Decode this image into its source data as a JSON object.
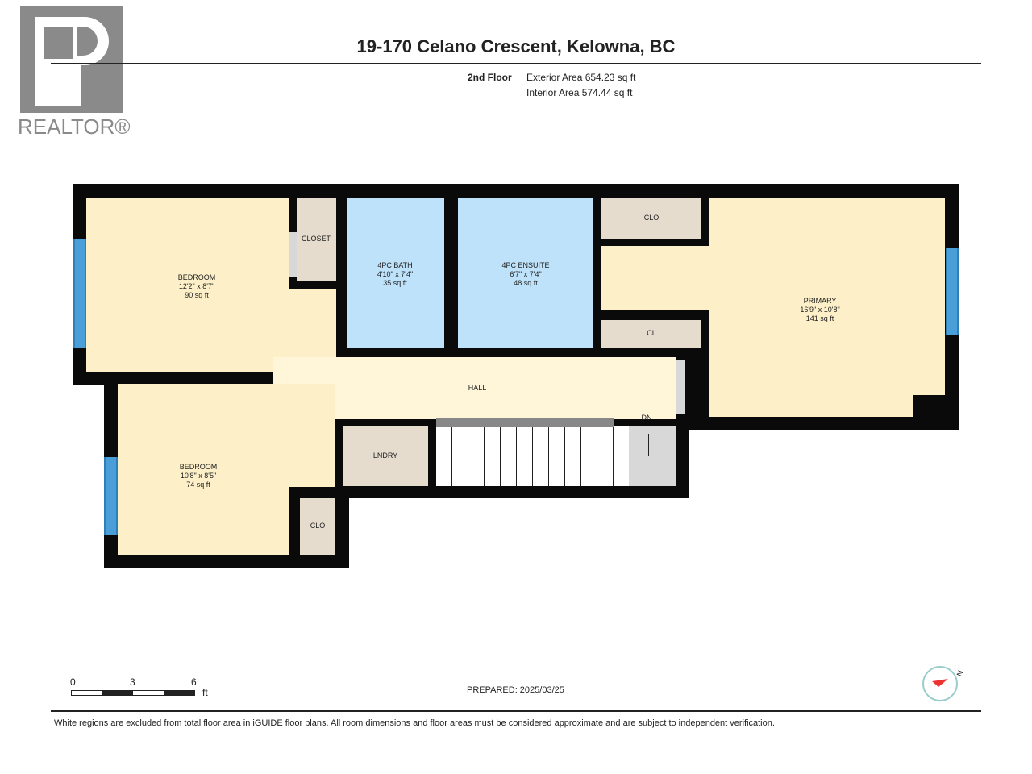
{
  "logo": {
    "text": "REALTOR®"
  },
  "header": {
    "title": "19-170 Celano Crescent, Kelowna, BC",
    "floor": "2nd Floor",
    "exterior": "Exterior Area 654.23 sq ft",
    "interior": "Interior Area 574.44 sq ft"
  },
  "rooms": [
    {
      "name": "BEDROOM",
      "dims": "12'2\" x 8'7\"",
      "area": "90 sq ft"
    },
    {
      "name": "4PC BATH",
      "dims": "4'10\" x 7'4\"",
      "area": "35 sq ft"
    },
    {
      "name": "4PC ENSUITE",
      "dims": "6'7\" x 7'4\"",
      "area": "48 sq ft"
    },
    {
      "name": "PRIMARY",
      "dims": "16'9\" x 10'8\"",
      "area": "141 sq ft"
    },
    {
      "name": "BEDROOM",
      "dims": "10'8\" x 8'5\"",
      "area": "74 sq ft"
    }
  ],
  "small_labels": {
    "closet": "CLOSET",
    "clo_top": "CLO",
    "cl": "CL",
    "hall": "HALL",
    "dn": "DN",
    "lndry": "LNDRY",
    "clo_bottom": "CLO"
  },
  "scale": {
    "t0": "0",
    "t3": "3",
    "t6": "6",
    "unit": "ft"
  },
  "prepared": "PREPARED: 2025/03/25",
  "compass": {
    "label": "N"
  },
  "footer": "White regions are excluded from total floor area in iGUIDE floor plans. All room dimensions and floor areas must be considered approximate and are subject to independent verification."
}
